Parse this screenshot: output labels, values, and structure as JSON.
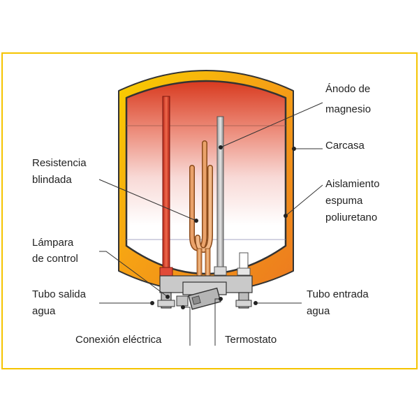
{
  "labels": {
    "anode": [
      "Ánodo de",
      "magnesio"
    ],
    "casing": [
      "Carcasa"
    ],
    "insulation": [
      "Aislamiento",
      "espuma",
      "poliuretano"
    ],
    "heater": [
      "Resistencia",
      "blindada"
    ],
    "lamp": [
      "Lámpara",
      "de control"
    ],
    "outlet": [
      "Tubo salida",
      "agua"
    ],
    "inlet": [
      "Tubo entrada",
      "agua"
    ],
    "electrical": [
      "Conexión eléctrica"
    ],
    "thermostat": [
      "Termostato"
    ]
  },
  "colors": {
    "frame": "#f5c400",
    "casing_outer": "#f7c600",
    "casing_inner": "#f08a1c",
    "water_hot": "#d93a1e",
    "water_cold": "#ffffff",
    "anode": "#c8c8c8",
    "heater": "#e49658",
    "pipe": "#d02f22",
    "fittings": "#bdbdbd"
  }
}
